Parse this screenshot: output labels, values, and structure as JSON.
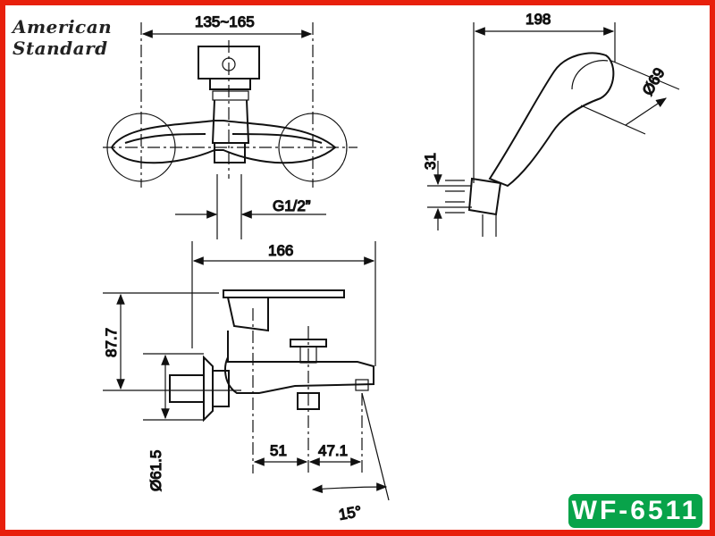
{
  "brand": {
    "line1": "American",
    "line2": "Standard"
  },
  "model": "WF-6511",
  "colors": {
    "border": "#e8200c",
    "badge": "#08a34a"
  },
  "dimensions": {
    "top_width": "135~165",
    "thread": "G1/2”",
    "hand_shower_length": "198",
    "hand_shower_diameter": "Ø69",
    "holder_height": "31",
    "body_length": "166",
    "height": "87.7",
    "escutcheon_diameter": "Ø61.5",
    "offset_1": "51",
    "offset_2": "47.1",
    "angle": "15°"
  }
}
